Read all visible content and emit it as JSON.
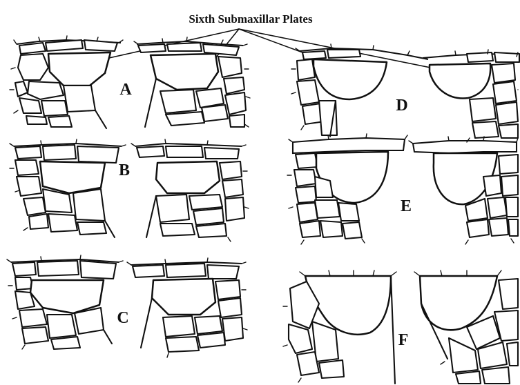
{
  "figure": {
    "title": "Sixth Submaxillar Plates",
    "panel_labels": {
      "a": "A",
      "b": "B",
      "c": "C",
      "d": "D",
      "e": "E",
      "f": "F"
    },
    "colors": {
      "ink": "#111111",
      "background": "#ffffff"
    }
  }
}
